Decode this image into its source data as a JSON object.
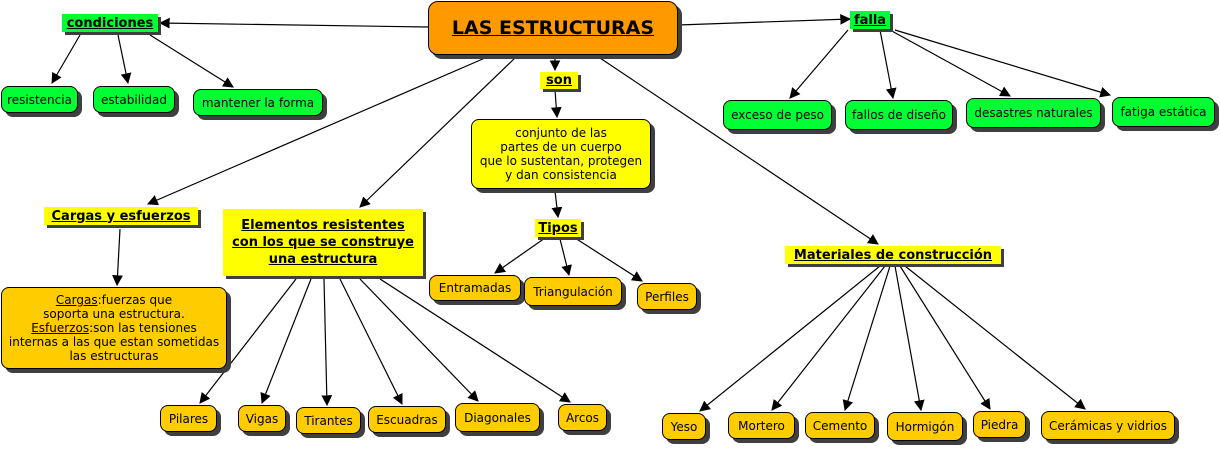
{
  "diagram": {
    "root": "LAS ESTRUCTURAS",
    "labels": {
      "condiciones": "condiciones",
      "falla": "falla",
      "son": "son",
      "tipos": "Tipos",
      "cargas": "Cargas y esfuerzos",
      "elementos": [
        "Elementos resistentes",
        "con los que se construye",
        "una estructura"
      ],
      "materiales": "Materiales de construcción"
    },
    "condiciones_items": [
      "resistencia",
      "estabilidad",
      "mantener la forma"
    ],
    "falla_items": [
      "exceso de peso",
      "fallos de diseño",
      "desastres naturales",
      "fatiga estática"
    ],
    "definicion": [
      "conjunto de las",
      "partes de un cuerpo",
      "que lo sustentan, protegen",
      "y dan consistencia"
    ],
    "tipos_items": [
      "Entramadas",
      "Triangulación",
      "Perfiles"
    ],
    "cargas_def": {
      "cargas_term": "Cargas",
      "cargas_rest": ":fuerzas que",
      "cargas_line2": "soporta una estructura.",
      "esfuerzos_term": "Esfuerzos",
      "esfuerzos_rest": ":son las tensiones",
      "esfuerzos_line2": "internas a las que estan sometidas",
      "esfuerzos_line3": "las estructuras"
    },
    "elementos_items": [
      "Pilares",
      "Vigas",
      "Tirantes",
      "Escuadras",
      "Diagonales",
      "Arcos"
    ],
    "materiales_items": [
      "Yeso",
      "Mortero",
      "Cemento",
      "Hormigón",
      "Piedra",
      "Cerámicas y vidrios"
    ],
    "colors": {
      "root": "#ff9900",
      "green": "#00ff33",
      "yellow": "#ffff00",
      "amber": "#ffcc00",
      "line": "#000000"
    }
  }
}
